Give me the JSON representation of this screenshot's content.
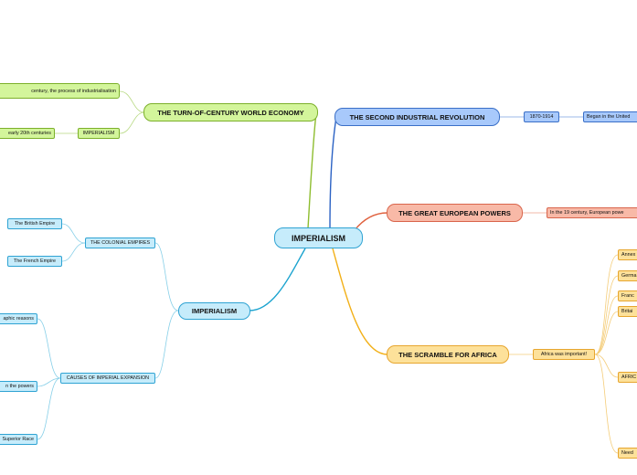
{
  "root": {
    "label": "IMPERIALISM"
  },
  "branches": {
    "turn_of_century": {
      "label": "THE TURN-OF-CENTURY WORLD ECONOMY",
      "children": [
        "century, the process of industrialisation",
        "IMPERIALISM"
      ],
      "grandchild": "early 20th centuries"
    },
    "second_industrial": {
      "label": "THE SECOND INDUSTRIAL REVOLUTION",
      "child": "1870-1914",
      "grandchild": "Began in the United"
    },
    "great_powers": {
      "label": "THE GREAT EUROPEAN POWERS",
      "child": "In the 19 century, European powe"
    },
    "imperialism": {
      "label": "IMPERIALISM",
      "colonial_empires": {
        "label": "THE COLONIAL EMPIRES",
        "items": [
          "The British Empire",
          "The French Empire"
        ]
      },
      "causes": {
        "label": "CAUSES OF IMPERIAL EXPANSION",
        "items": [
          "aphic reasons",
          "n the powers",
          "Superior Race"
        ]
      }
    },
    "scramble": {
      "label": "THE SCRAMBLE FOR AFRICA",
      "child": "Africa was important!",
      "items": [
        "Annex",
        "Germa",
        "Franc",
        "Britai",
        "AFRIC",
        "Need"
      ]
    }
  },
  "colors": {
    "green": "#8ebd2f",
    "blue": "#2b62c4",
    "salmon": "#e0623f",
    "yellow": "#f2b018",
    "cyan": "#1aa3cf",
    "light_cyan": "#86cfe8"
  }
}
